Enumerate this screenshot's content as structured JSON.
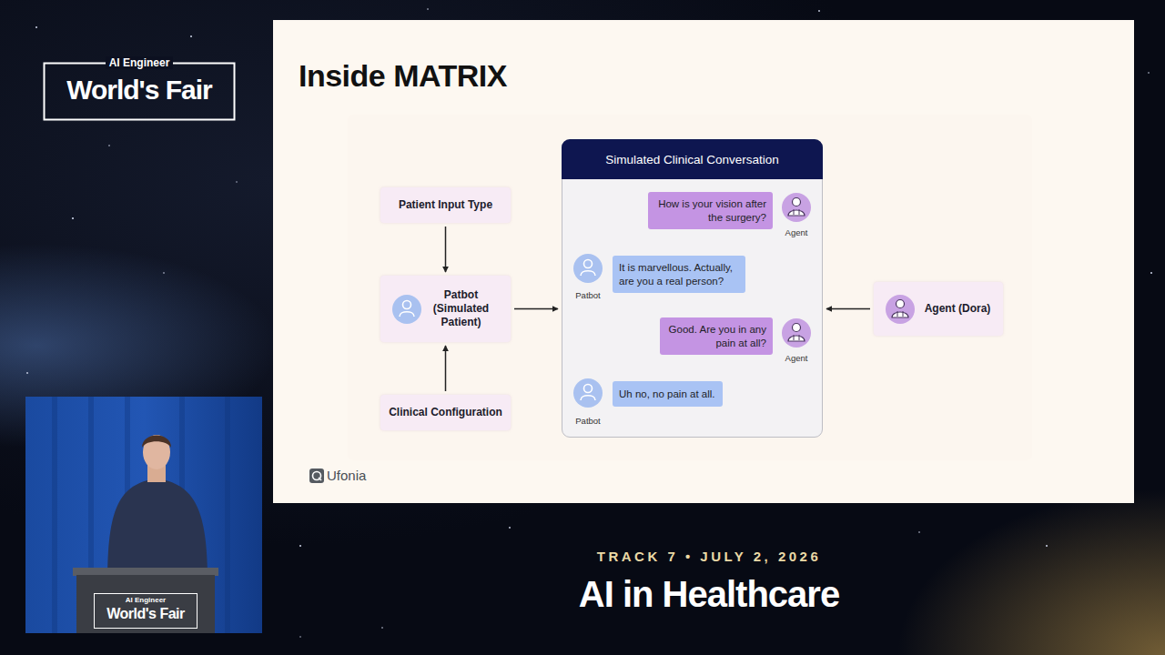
{
  "diagram": {
    "title": "Inside MATRIX",
    "nodes": [
      {
        "text": [
          "Patient Input Type"
        ]
      },
      {
        "text": [
          "Patbot (Simulated Patient)"
        ]
      },
      {
        "text": [
          "Clinical Configuration"
        ]
      },
      {
        "text": [
          "Simulated Clinical Conversation"
        ]
      },
      {
        "text": [
          "How is your vision after the surgery?"
        ],
        "in": 3
      },
      {
        "text": [
          "It is marvellous. Actually, are you a real person?"
        ],
        "in": 3
      },
      {
        "text": [
          "Good. Are you in any pain at all?"
        ],
        "in": 3
      },
      {
        "text": [
          "Uh no, no pain at all."
        ],
        "in": 3
      },
      {
        "text": [
          "Agent (Dora)"
        ]
      }
    ],
    "edges": [
      {
        "from": 0,
        "to": 1,
        "arrow": "to"
      },
      {
        "from": 2,
        "to": 1,
        "arrow": "to"
      },
      {
        "from": 1,
        "to": 3,
        "arrow": "to"
      },
      {
        "from": 8,
        "to": 3,
        "arrow": "to"
      }
    ],
    "labels": [
      "AI Engineer",
      "World's Fair",
      "Agent",
      "Patbot",
      "Agent",
      "Patbot",
      "Ufonia",
      "AI Engineer",
      "World's Fair",
      "TRACK 7 • JULY 2, 2026",
      "AI in Healthcare"
    ]
  }
}
